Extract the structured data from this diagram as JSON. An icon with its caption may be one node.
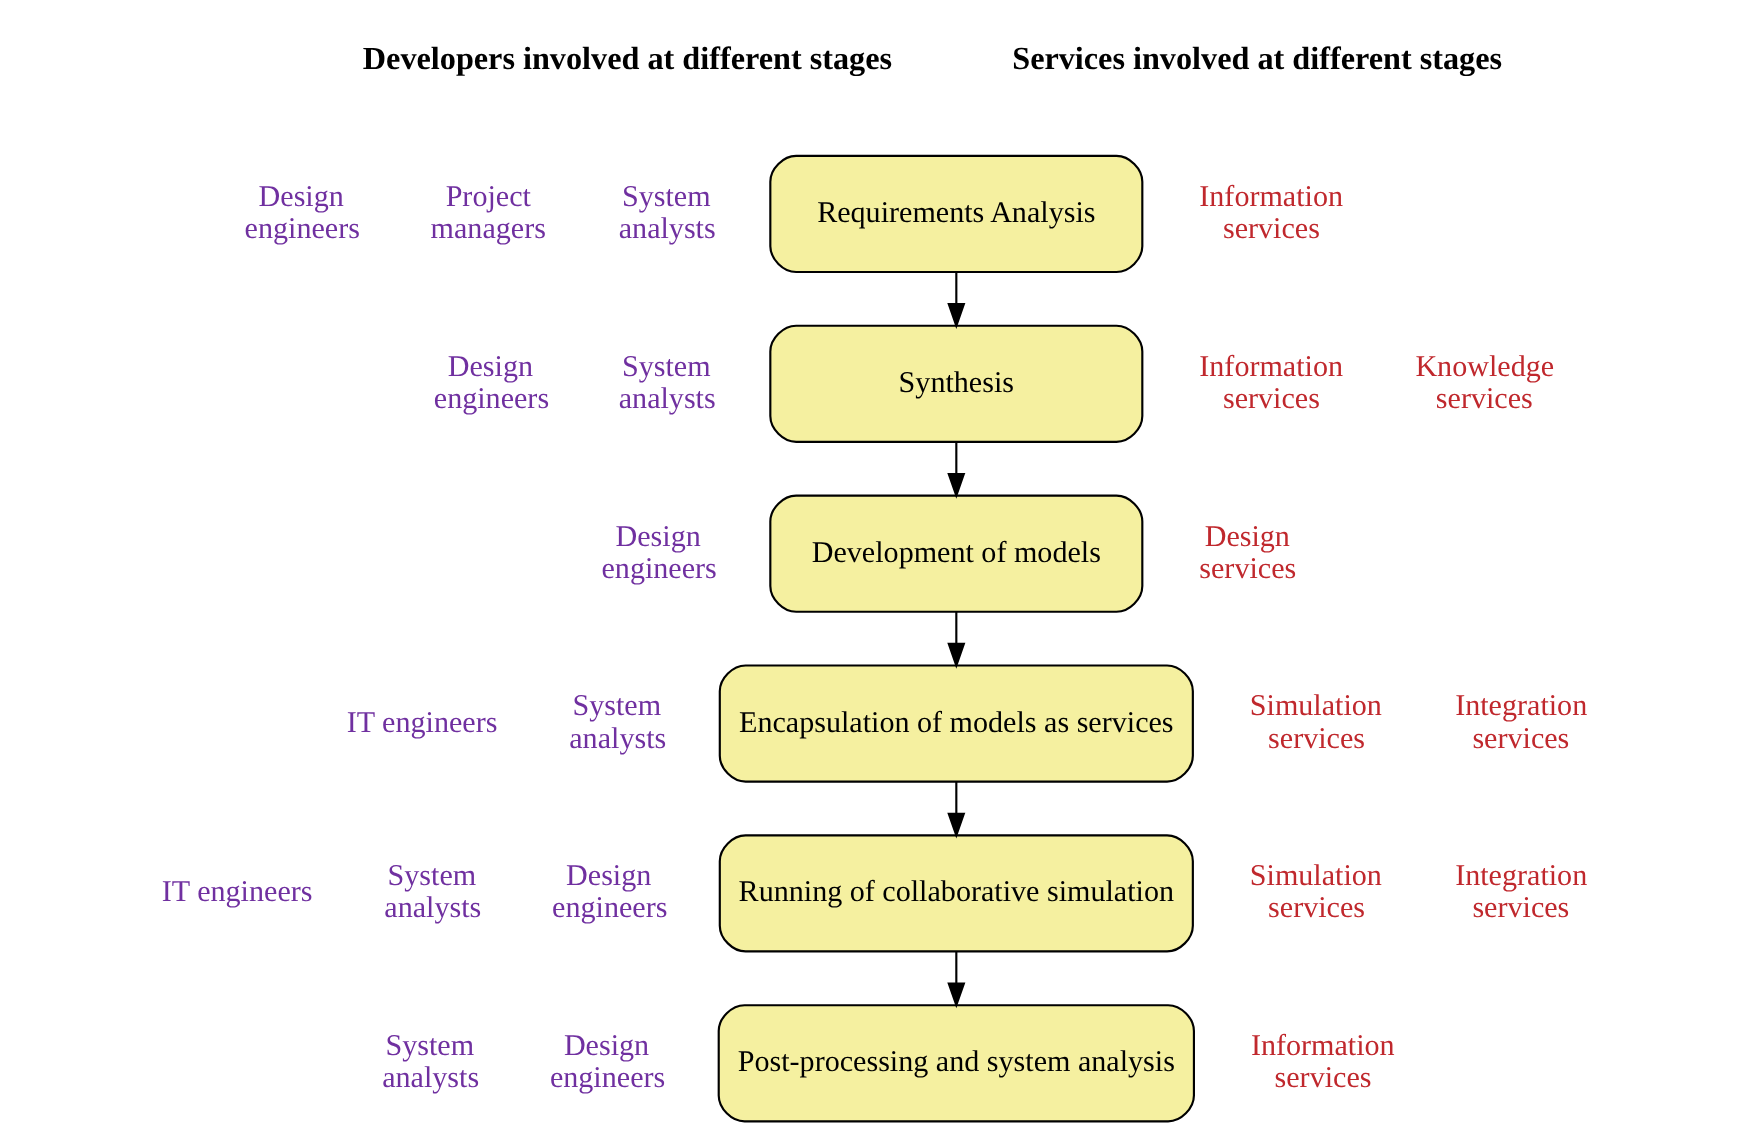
{
  "diagram": {
    "nodes": [
      {
        "text": [
          "Requirements Analysis"
        ]
      },
      {
        "text": [
          "Synthesis"
        ]
      },
      {
        "text": [
          "Development of models"
        ]
      },
      {
        "text": [
          "Encapsulation of models as services"
        ]
      },
      {
        "text": [
          "Running of collaborative simulation"
        ]
      },
      {
        "text": [
          "Post-processing and system analysis"
        ]
      }
    ],
    "edges": [
      {
        "from": 0,
        "to": 1,
        "arrow": "to"
      },
      {
        "from": 1,
        "to": 2,
        "arrow": "to"
      },
      {
        "from": 2,
        "to": 3,
        "arrow": "to"
      },
      {
        "from": 3,
        "to": 4,
        "arrow": "to"
      },
      {
        "from": 4,
        "to": 5,
        "arrow": "to"
      }
    ],
    "labels": [
      "Developers involved at different stages",
      "Services involved at different stages",
      "Design engineers",
      "Project managers",
      "System analysts",
      "Information services",
      "Design engineers",
      "System analysts",
      "Information services",
      "Knowledge services",
      "Design engineers",
      "Design services",
      "IT engineers",
      "System analysts",
      "Simulation services",
      "Integration services",
      "IT engineers",
      "System analysts",
      "Design engineers",
      "Simulation services",
      "Integration services",
      "System analysts",
      "Design engineers",
      "Information services"
    ]
  }
}
